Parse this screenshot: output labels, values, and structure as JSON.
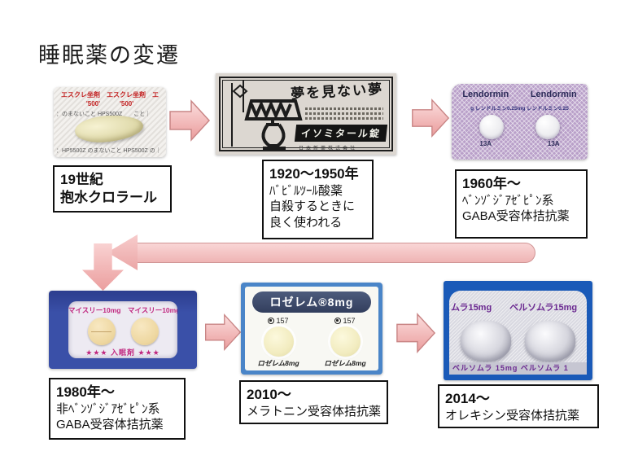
{
  "slide": {
    "title": "睡眠薬の変遷"
  },
  "stages": [
    {
      "era": "19世紀",
      "lines": [
        "抱水クロラール"
      ]
    },
    {
      "era": "1920〜1950年",
      "lines": [
        "ﾊﾞﾋﾞﾙﾂｰﾙ酸薬",
        "自殺するときに",
        "良く使われる"
      ]
    },
    {
      "era": "1960年〜",
      "lines": [
        "ﾍﾞﾝｿﾞｼﾞｱｾﾞﾋﾟﾝ系",
        "GABA受容体拮抗薬"
      ]
    },
    {
      "era": "1980年〜",
      "lines": [
        "非ﾍﾞﾝｿﾞｼﾞｱｾﾞﾋﾟﾝ系",
        "GABA受容体拮抗薬"
      ]
    },
    {
      "era": "2010〜",
      "lines": [
        "メラトニン受容体拮抗薬"
      ]
    },
    {
      "era": "2014〜",
      "lines": [
        "オレキシン受容体拮抗薬"
      ]
    }
  ],
  "photos": {
    "escre": {
      "brand_row1": "エスクレ坐剤　エスクレ坐剤　エ",
      "brand_row2": "'500'　　　'500'",
      "note_row1": "：のまないこと HPS500Z　　こと｜",
      "note_row2": "：HP5500Z のまないこと HPS500Z の｜"
    },
    "isomytal": {
      "headline": "夢を見ない夢",
      "product": "イソミタール錠",
      "company": "日本新薬株式会社"
    },
    "lendormin": {
      "brand": "Lendormin",
      "strength_row": "g レンドルミン0.25mg レンドルミン0.25",
      "lot": "13A"
    },
    "myslee": {
      "brand_row": "マイスリー10mg　マイスリー10mg",
      "label": "★★★ 入眠剤 ★★★"
    },
    "rozerem": {
      "banner": "ロゼレム®8mg",
      "code": "157",
      "pill_label": "ロゼレム8mg"
    },
    "belsomra": {
      "brand_row": "ムラ15mg　　ベルソムラ15mg",
      "bottom_row": "ベルソムラ 15mg ベルソムラ 1"
    }
  },
  "colors": {
    "arrow_pink": "#f2b4b4",
    "arrow_border": "#c98585",
    "box_border": "#111111",
    "myslee_blue": "#3a50a8",
    "myslee_magenta": "#c02880",
    "rozerem_navy": "#3d4a6b",
    "belsomra_blue": "#1a5ab8",
    "belsomra_purple": "#6a2890",
    "lendormin_purple": "#b9a0c9"
  }
}
